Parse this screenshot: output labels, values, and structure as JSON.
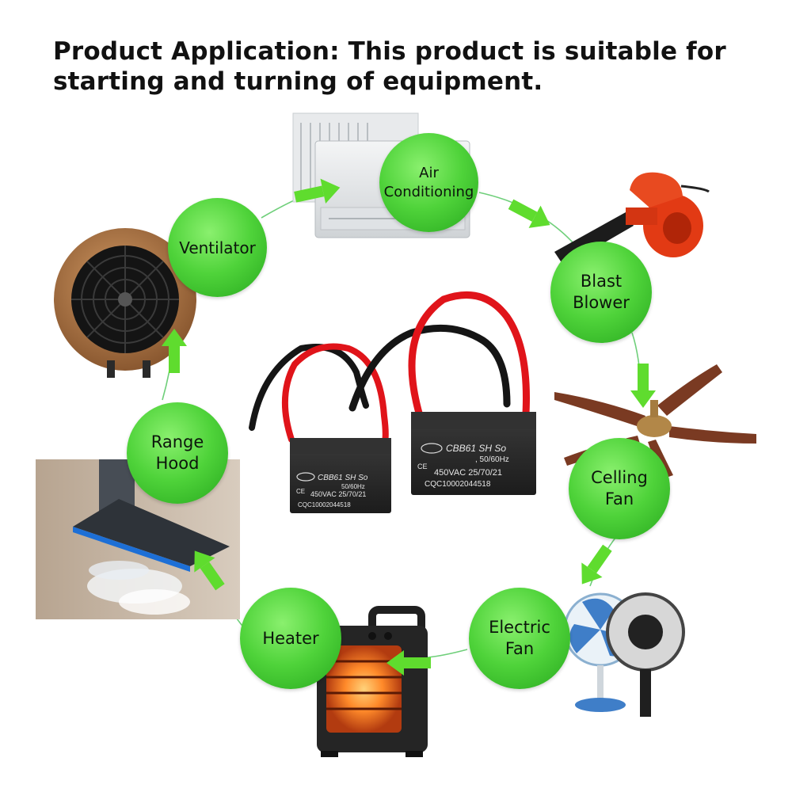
{
  "title": "Product Application: This product is suitable for starting and turning of equipment.",
  "nodes": [
    {
      "id": "air-conditioning",
      "label": "Air\nConditioning"
    },
    {
      "id": "blast-blower",
      "label": "Blast\nBlower"
    },
    {
      "id": "celling-fan",
      "label": "Celling\nFan"
    },
    {
      "id": "electric-fan",
      "label": "Electric\nFan"
    },
    {
      "id": "heater",
      "label": "Heater"
    },
    {
      "id": "range-hood",
      "label": "Range\nHood"
    },
    {
      "id": "ventilator",
      "label": "Ventilator"
    }
  ],
  "capacitors": [
    {
      "model": "CBB61 SH So",
      "freq": "50/60Hz",
      "ce": "CE",
      "rating": "450VAC  25/70/21",
      "cert": "CQC10002044518"
    },
    {
      "model": "CBB61 SH So",
      "freq": ", 50/60Hz",
      "ce": "CE",
      "rating": "450VAC  25/70/21",
      "cert": "CQC10002044518"
    }
  ],
  "colors": {
    "node_green": "#4fd33a",
    "arrow_green": "#5fdc2e",
    "wire_red": "#e0141a",
    "wire_black": "#151515",
    "capacitor_body": "#2b2b2b"
  }
}
